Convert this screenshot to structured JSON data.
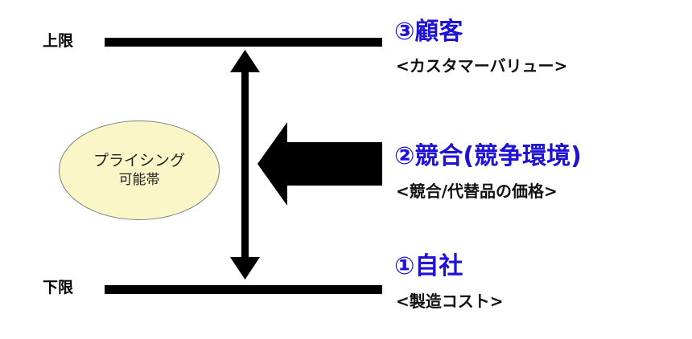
{
  "limits": {
    "upper": "上限",
    "lower": "下限"
  },
  "pricing_zone": {
    "title": "プライシング",
    "subtitle": "可能帯"
  },
  "factors": {
    "customer": {
      "heading": "③顧客",
      "sub": "<カスタマーバリュー>"
    },
    "competition": {
      "heading": "②競合(競争環境)",
      "sub": "<競合/代替品の価格>"
    },
    "company": {
      "heading": "①自社",
      "sub": "<製造コスト>"
    }
  },
  "colors": {
    "heading": "#1f12d6",
    "ellipse_fill": "#fbf6c8",
    "lines": "#000000"
  }
}
